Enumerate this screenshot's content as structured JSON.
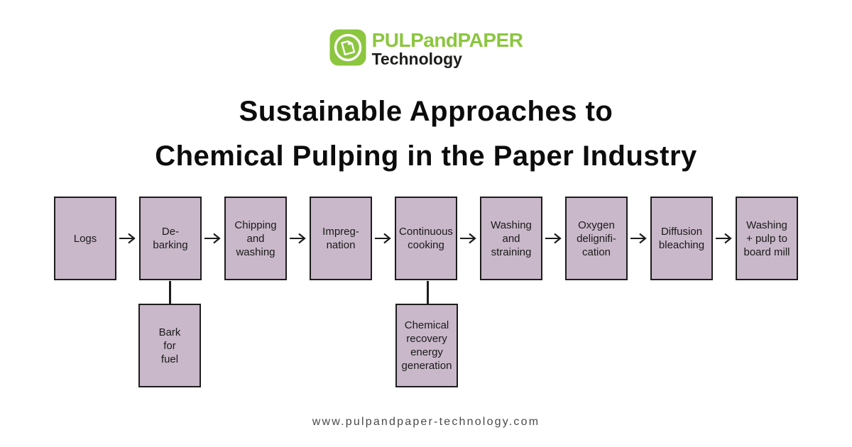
{
  "logo": {
    "word1": "PULP",
    "word2": "and",
    "word3": "PAPER",
    "line2": "Technology",
    "brand_green": "#8CC63F"
  },
  "title": {
    "line1": "Sustainable Approaches to",
    "line2": "Chemical Pulping in the Paper Industry"
  },
  "flow": {
    "box_fill": "#C9B8C9",
    "box_border": "#1C1C1C",
    "nodes": [
      {
        "label": "Logs"
      },
      {
        "label": "De-\nbarking"
      },
      {
        "label": "Chipping\nand\nwashing"
      },
      {
        "label": "Impreg-\nnation"
      },
      {
        "label": "Continuous\ncooking"
      },
      {
        "label": "Washing\nand\nstraining"
      },
      {
        "label": "Oxygen\ndelignifi-\ncation"
      },
      {
        "label": "Diffusion\nbleaching"
      },
      {
        "label": "Washing\n+ pulp to\nboard mill"
      }
    ],
    "branches": [
      {
        "from": "De-barking",
        "label": "Bark\nfor\nfuel"
      },
      {
        "from": "Continuous cooking",
        "label": "Chemical\nrecovery\nenergy\ngeneration"
      }
    ]
  },
  "footer": {
    "url": "www.pulpandpaper-technology.com"
  }
}
